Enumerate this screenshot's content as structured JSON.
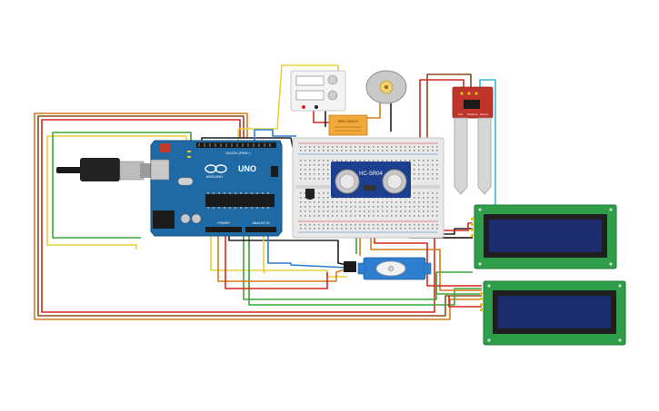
{
  "arduino": {
    "brand": "UNO",
    "model": "ARDUINO",
    "header_top_label": "DIGITAL (PWM~)",
    "header_power_label": "POWER",
    "header_analog_label": "ANALOG IN"
  },
  "ultrasonic": {
    "label": "HC-SR04"
  },
  "soil_sensor": {
    "pin_labels": [
      "Soil",
      "Moisture",
      "Sensor"
    ]
  },
  "relay": {
    "label": "SRD-05VDC"
  },
  "colors": {
    "wire_red": "#d7261e",
    "wire_orange": "#d97a1f",
    "wire_yellow": "#e8d23a",
    "wire_green": "#3aa53a",
    "wire_blue": "#2f7fd0",
    "wire_black": "#222222",
    "wire_brown": "#8a4b1d",
    "wire_cyan": "#3bb6d8",
    "arduino_blue": "#1f6aa5",
    "pcb_green": "#2f9e4b",
    "lcd_screen": "#1c2c6c"
  }
}
